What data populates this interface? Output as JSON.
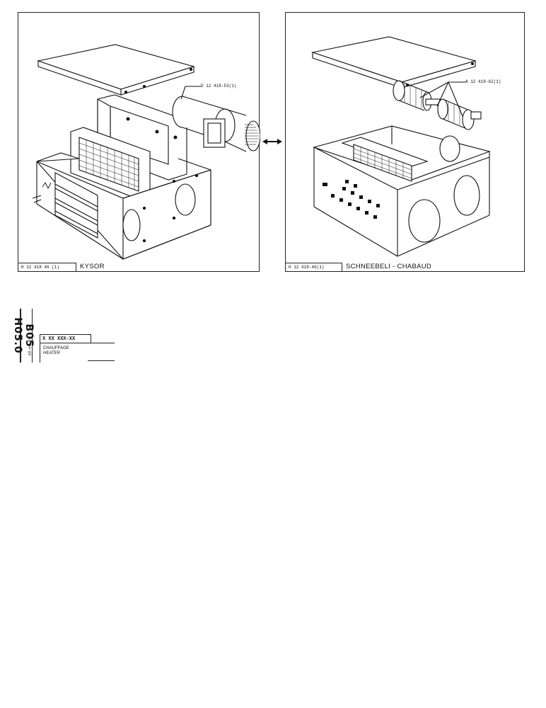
{
  "left_panel": {
    "ref_code": "H 12 418  46 (1)",
    "maker": "KYSOR",
    "callout": "D 12 418-53(1)"
  },
  "right_panel": {
    "ref_code": "H 12 418-46(1)",
    "maker": "SCHNEEBELI - CHABAUD",
    "callout": "A 12 418-62(1)"
  },
  "title_block": {
    "section_code": "B05 H05.0",
    "date": "23-04-85",
    "part_number": "X XX XXX-XX",
    "caption_fr": "CHAUFFAGE",
    "caption_en": "HEATER"
  }
}
